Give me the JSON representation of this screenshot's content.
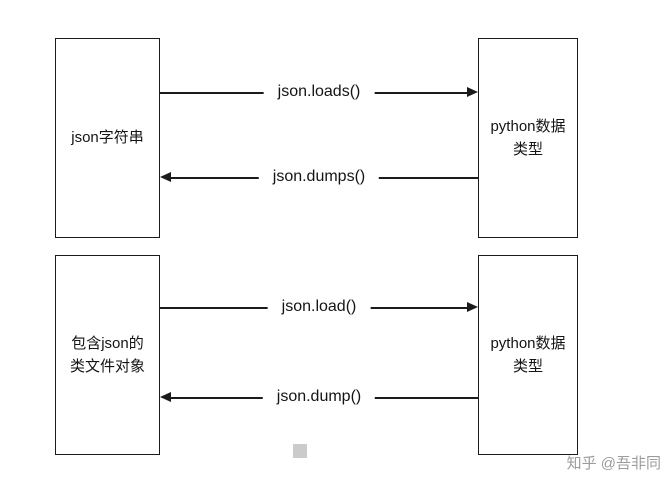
{
  "rows": [
    {
      "left_box": "json字符串",
      "right_box": "python数据\n类型",
      "forward_label": "json.loads()",
      "backward_label": "json.dumps()"
    },
    {
      "left_box": "包含json的\n类文件对象",
      "right_box": "python数据\n类型",
      "forward_label": "json.load()",
      "backward_label": "json.dump()"
    }
  ],
  "watermark": "知乎 @吾非同"
}
